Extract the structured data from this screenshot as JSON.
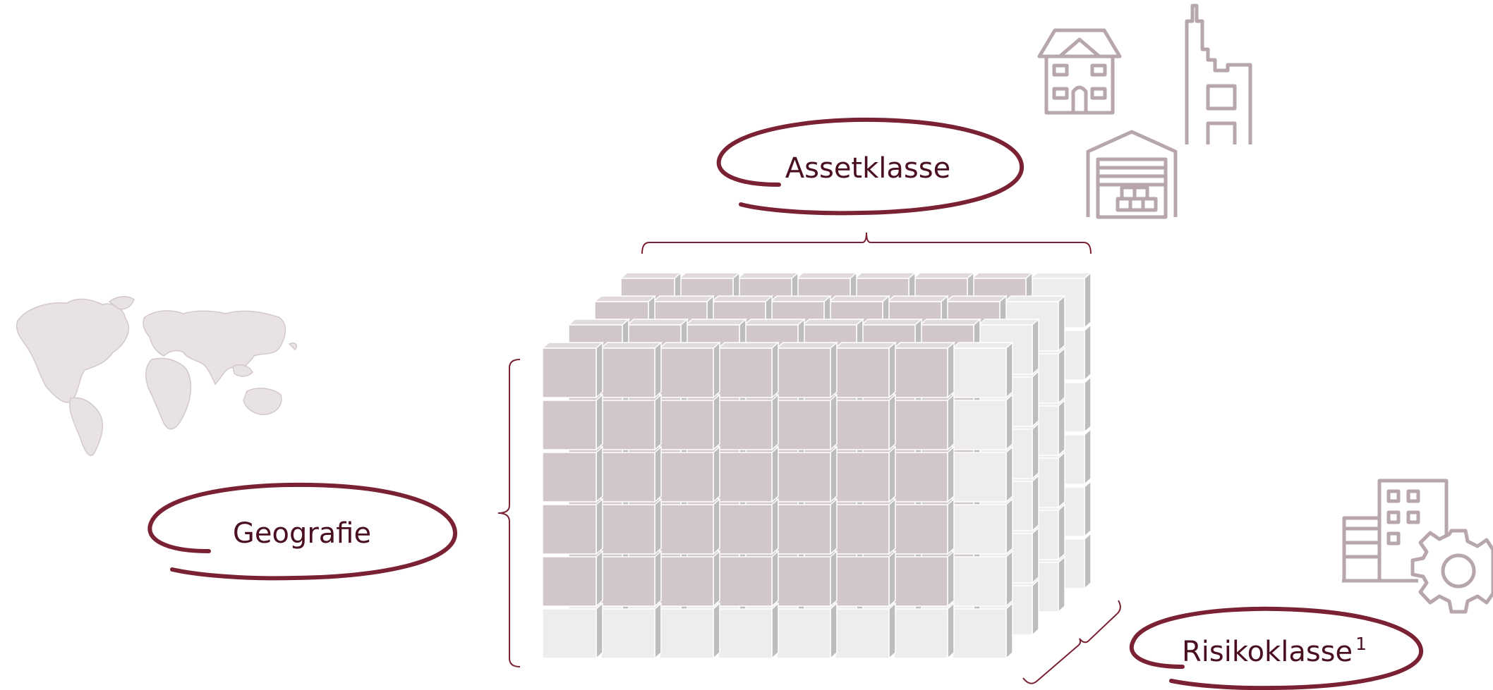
{
  "labels": {
    "asset": "Assetklasse",
    "geo": "Geografie",
    "risk": "Risikoklasse",
    "risk_sup": "1"
  },
  "colors": {
    "accent": "#7a2233",
    "label_text": "#4a1020",
    "icon_stroke": "#b7a6ab",
    "cube_front_dark": "#d1c6ca",
    "cube_front_light": "#efeced",
    "cube_side": "#bdbdbd",
    "cube_top": "#e0dadc",
    "map_fill": "#e8e2e4"
  },
  "icons": [
    "world-map",
    "house-icon",
    "skyscraper-icon",
    "warehouse-icon",
    "office-gear-icon"
  ],
  "cube": {
    "columns": 8,
    "rows": 6,
    "depth_layers": 4,
    "highlighted_columns": 7,
    "highlighted_rows": 5
  }
}
